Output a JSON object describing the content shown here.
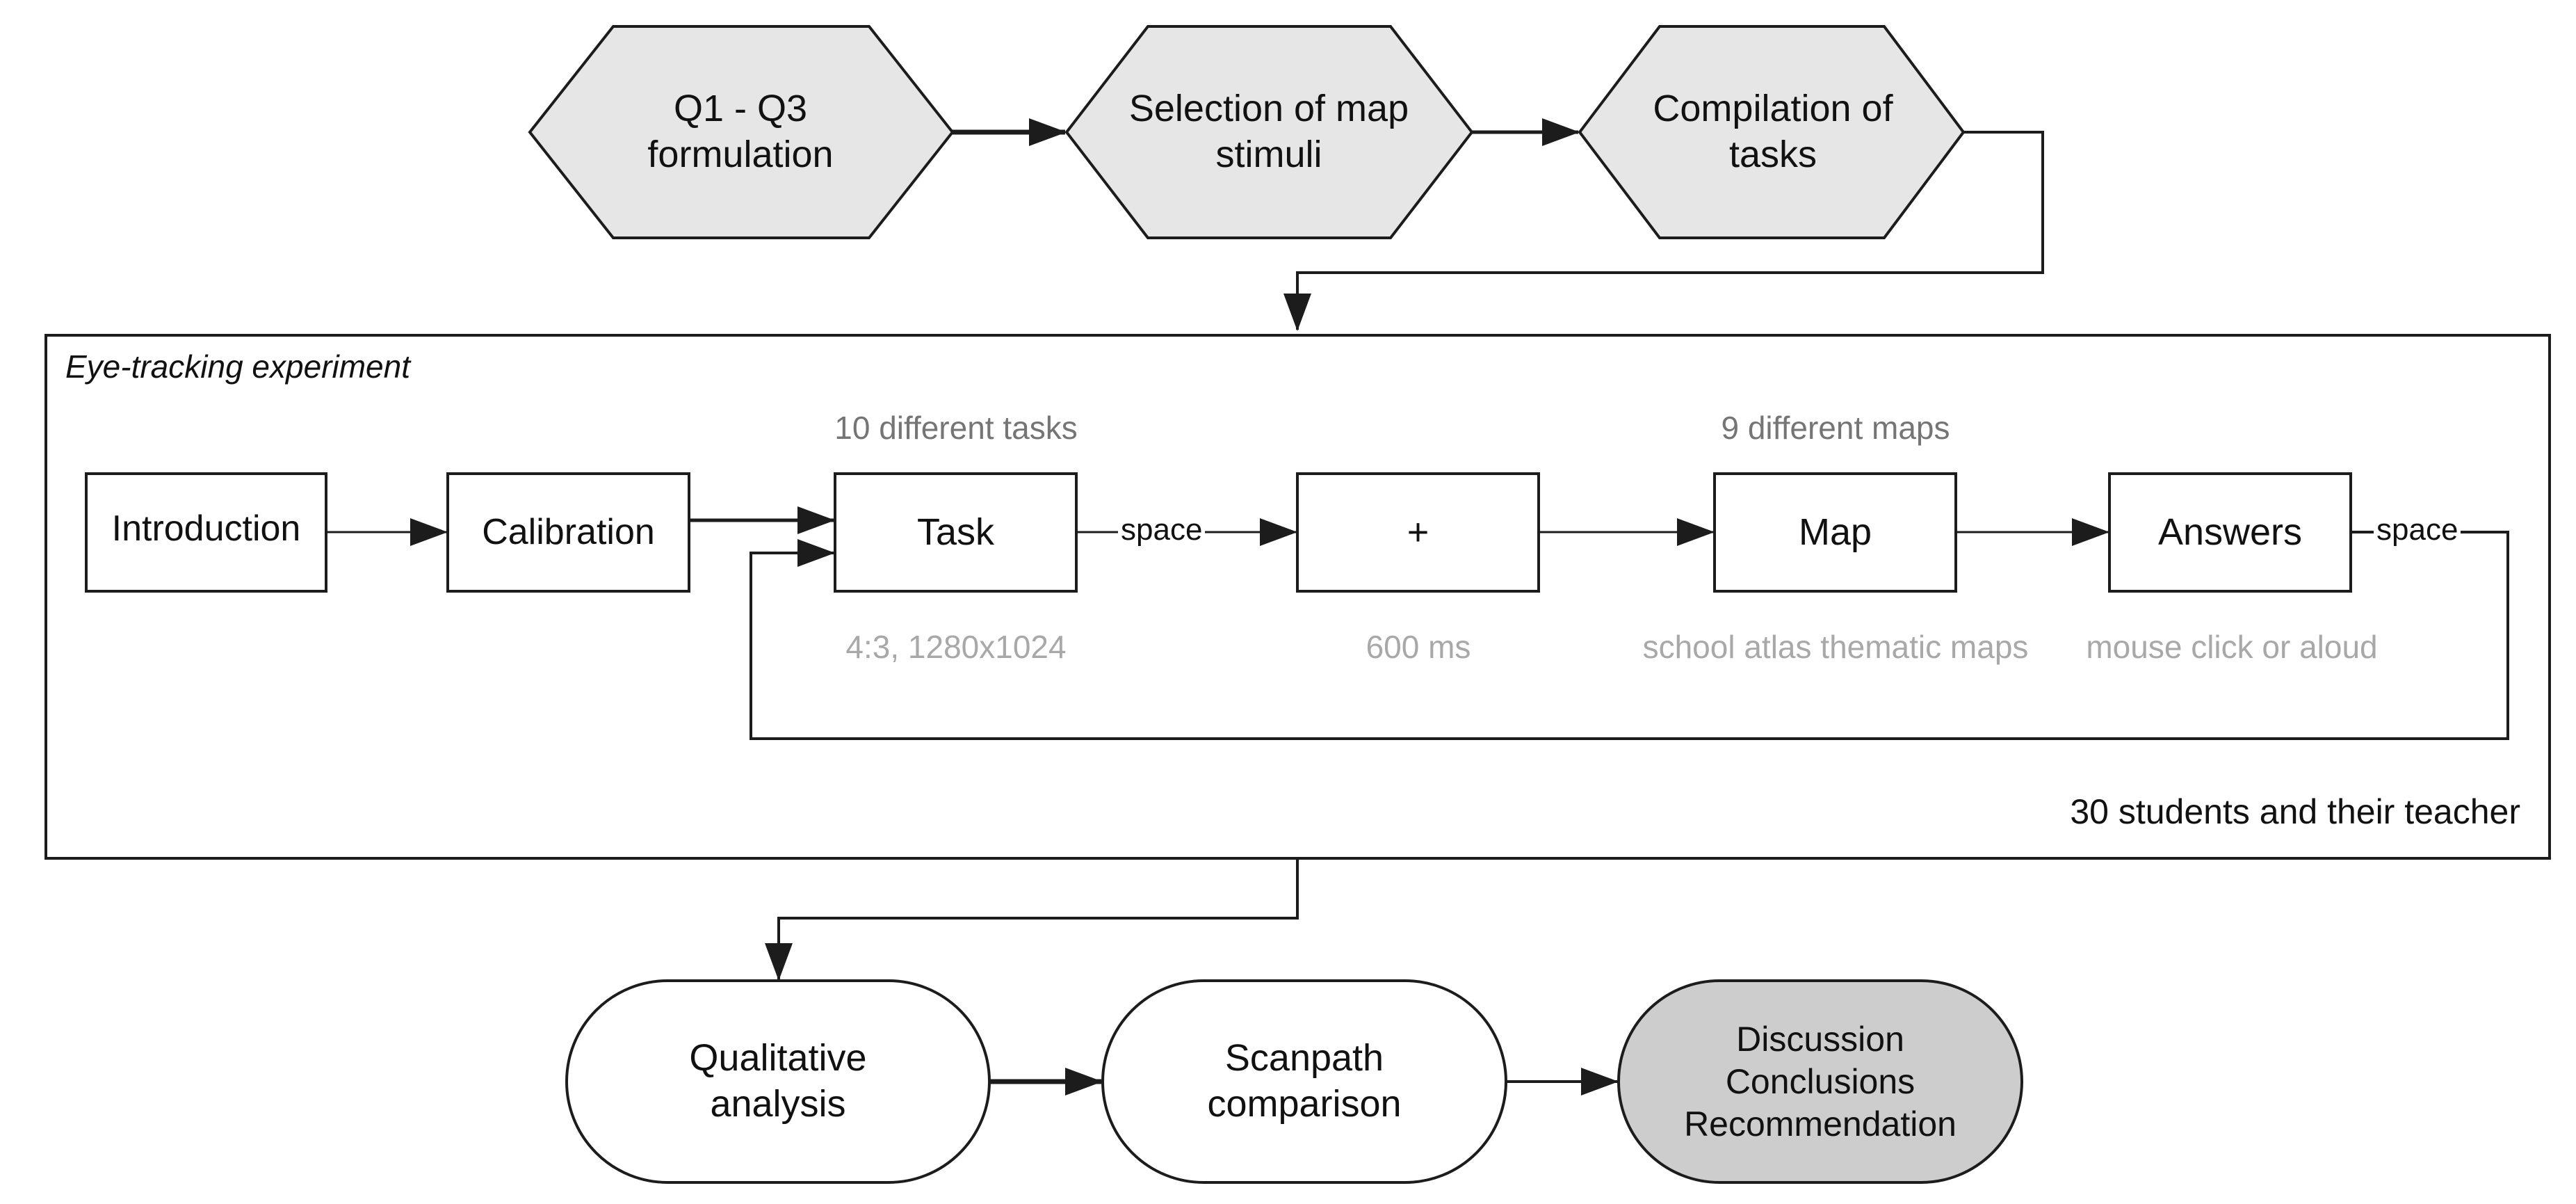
{
  "colors": {
    "line": "#1c1c1c",
    "shape_fill_grey": "#e6e6e6",
    "final_fill_grey": "#cdcdcd",
    "caption_grey": "#757575",
    "caption_light_grey": "#a8a8a8"
  },
  "top_row": {
    "q_formulation": "Q1 - Q3\nformulation",
    "map_selection": "Selection of map\nstimuli",
    "task_compilation": "Compilation of\ntasks"
  },
  "experiment": {
    "title": "Eye-tracking experiment",
    "participants": "30 students and their teacher",
    "steps": {
      "introduction": "Introduction",
      "calibration": "Calibration",
      "task": "Task",
      "fixation": "+",
      "map": "Map",
      "answers": "Answers"
    },
    "captions_above": {
      "tasks": "10 different tasks",
      "maps": "9 different maps"
    },
    "captions_below": {
      "task": "4:3, 1280x1024",
      "fixation": "600 ms",
      "map": "school atlas thematic maps",
      "answers": "mouse click or aloud"
    },
    "edge_labels": {
      "task_to_fixation": "space",
      "answers_loop": "space"
    }
  },
  "bottom_row": {
    "qualitative": "Qualitative\nanalysis",
    "scanpath": "Scanpath\ncomparison",
    "discussion": "Discussion\nConclusions\nRecommendation"
  }
}
